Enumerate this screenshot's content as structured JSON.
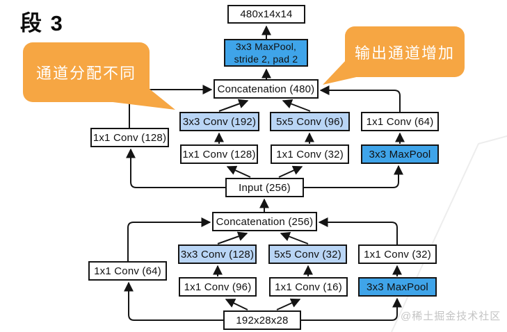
{
  "title": "段 3",
  "callouts": {
    "left": "通道分配不同",
    "right": "输出通道增加"
  },
  "watermark": "@稀土掘金技术社区",
  "colors": {
    "callout_orange": "#f6a643",
    "maxpool_blue": "#3fa4e9",
    "conv_light_blue": "#b9d5f5",
    "box_border": "#141414",
    "arrow": "#141414"
  },
  "diagram": {
    "output_dims": "480x14x14",
    "maxpool_stride_line1": "3x3 MaxPool,",
    "maxpool_stride_line2": "stride 2, pad 2",
    "upper_block": {
      "concat": "Concatenation (480)",
      "branch_conv1_left": "1x1 Conv (128)",
      "conv3": "3x3 Conv (192)",
      "conv5": "5x5 Conv (96)",
      "conv1_right": "1x1 Conv (64)",
      "reduce3": "1x1 Conv (128)",
      "reduce5": "1x1 Conv (32)",
      "maxpool": "3x3 MaxPool",
      "input": "Input (256)"
    },
    "lower_block": {
      "concat": "Concatenation (256)",
      "branch_conv1_left": "1x1 Conv (64)",
      "conv3": "3x3 Conv (128)",
      "conv5": "5x5 Conv (32)",
      "conv1_right": "1x1 Conv (32)",
      "reduce3": "1x1 Conv (96)",
      "reduce5": "1x1 Conv (16)",
      "maxpool": "3x3 MaxPool",
      "input_dims": "192x28x28"
    }
  }
}
